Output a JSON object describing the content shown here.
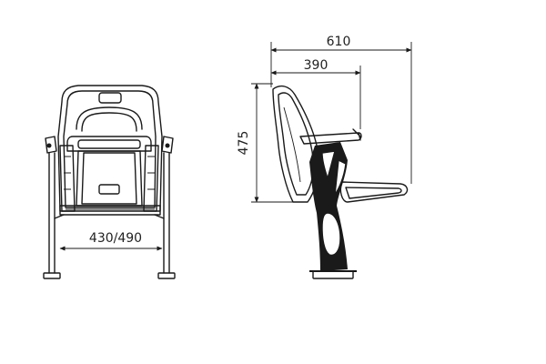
{
  "dimensions": {
    "overall_depth": "610",
    "folded_depth": "390",
    "height": "475",
    "width": "430/490"
  }
}
